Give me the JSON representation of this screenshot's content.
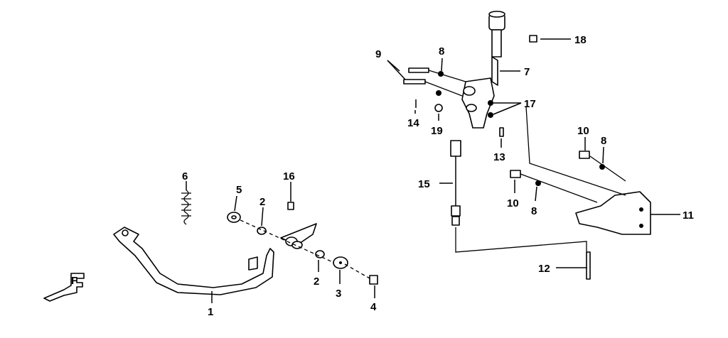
{
  "diagram": {
    "type": "exploded-parts-diagram",
    "callouts": [
      "18",
      "9",
      "8",
      "7",
      "17",
      "14",
      "19",
      "13",
      "10",
      "8",
      "15",
      "10",
      "8",
      "11",
      "12",
      "6",
      "5",
      "16",
      "2",
      "2",
      "3",
      "4",
      "1"
    ],
    "front_marker": "F"
  }
}
